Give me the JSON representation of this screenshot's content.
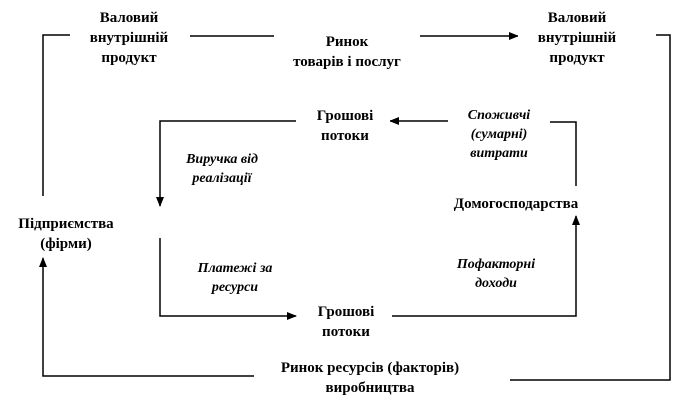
{
  "nodes": {
    "gdp_left": "Валовий\nвнутрішній\nпродукт",
    "goods_market": "Ринок\nтоварів і послуг",
    "gdp_right": "Валовий\nвнутрішній\nпродукт",
    "money_top": "Грошові\nпотоки",
    "consumer_spending": "Споживчі\n(сумарні)\nвитрати",
    "sales_revenue": "Виручка від\nреалізації",
    "households": "Домогосподарства",
    "firms": "Підприємства\n(фірми)",
    "resource_payments": "Платежі за\nресурси",
    "factor_income": "Пофакторні\nдоходи",
    "money_bottom": "Грошові\nпотоки",
    "resource_market": "Ринок ресурсів (факторів)\nвиробництва"
  },
  "colors": {
    "line": "#000000",
    "background": "#ffffff"
  }
}
